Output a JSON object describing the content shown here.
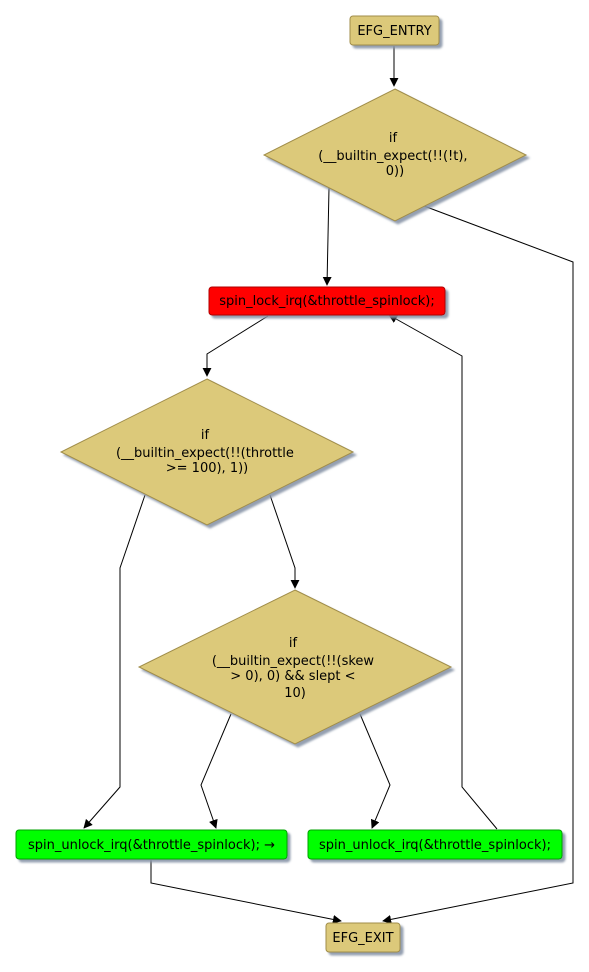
{
  "colors": {
    "terminal": "#dcc97a",
    "decision": "#dcc97a",
    "lock": "#ff0000",
    "unlock": "#00ff00",
    "shadow": "#9aa6b8",
    "edge": "#000000"
  },
  "nodes": {
    "entry": {
      "text": "EFG_ENTRY"
    },
    "check_t": {
      "lines": [
        "if",
        "(__builtin_expect(!!(!t),",
        "0))"
      ]
    },
    "lock": {
      "text": "spin_lock_irq(&throttle_spinlock);"
    },
    "check_throttle": {
      "lines": [
        "if",
        "(__builtin_expect(!!(throttle",
        ">= 100), 1))"
      ]
    },
    "check_skew": {
      "lines": [
        "if",
        "(__builtin_expect(!!(skew",
        "> 0), 0) && slept <",
        "10)"
      ]
    },
    "unlock_exit": {
      "text": "spin_unlock_irq(&throttle_spinlock); →"
    },
    "unlock_loop": {
      "text": "spin_unlock_irq(&throttle_spinlock);"
    },
    "exit": {
      "text": "EFG_EXIT"
    }
  }
}
